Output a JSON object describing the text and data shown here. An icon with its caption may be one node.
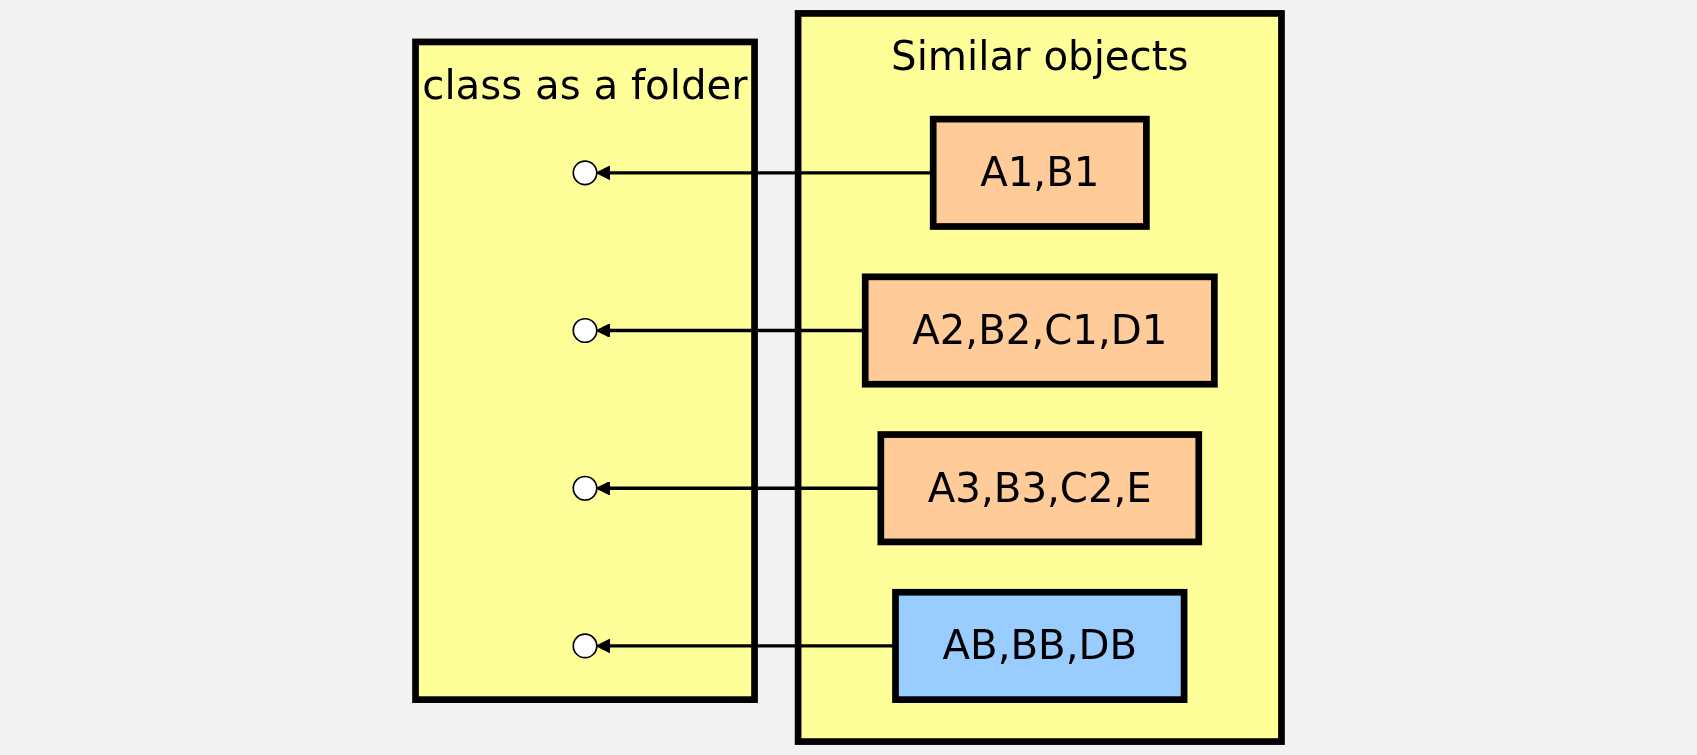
{
  "diagram": {
    "nodes": [
      {
        "text": [
          "class as a folder"
        ]
      },
      {
        "text": [],
        "shape": "circle",
        "in": 0
      },
      {
        "text": [],
        "shape": "circle",
        "in": 0
      },
      {
        "text": [],
        "shape": "circle",
        "in": 0
      },
      {
        "text": [],
        "shape": "circle",
        "in": 0
      },
      {
        "text": [
          "Similar objects"
        ]
      },
      {
        "text": [
          "A1,B1"
        ],
        "in": 5
      },
      {
        "text": [
          "A2,B2,C1,D1"
        ],
        "in": 5
      },
      {
        "text": [
          "A3,B3,C2,E"
        ],
        "in": 5
      },
      {
        "text": [
          "AB,BB,DB"
        ],
        "in": 5
      }
    ],
    "edges": [
      {
        "from": 6,
        "to": 1,
        "arrow": "to"
      },
      {
        "from": 7,
        "to": 2,
        "arrow": "to"
      },
      {
        "from": 8,
        "to": 3,
        "arrow": "to"
      },
      {
        "from": 9,
        "to": 4,
        "arrow": "to"
      }
    ]
  }
}
